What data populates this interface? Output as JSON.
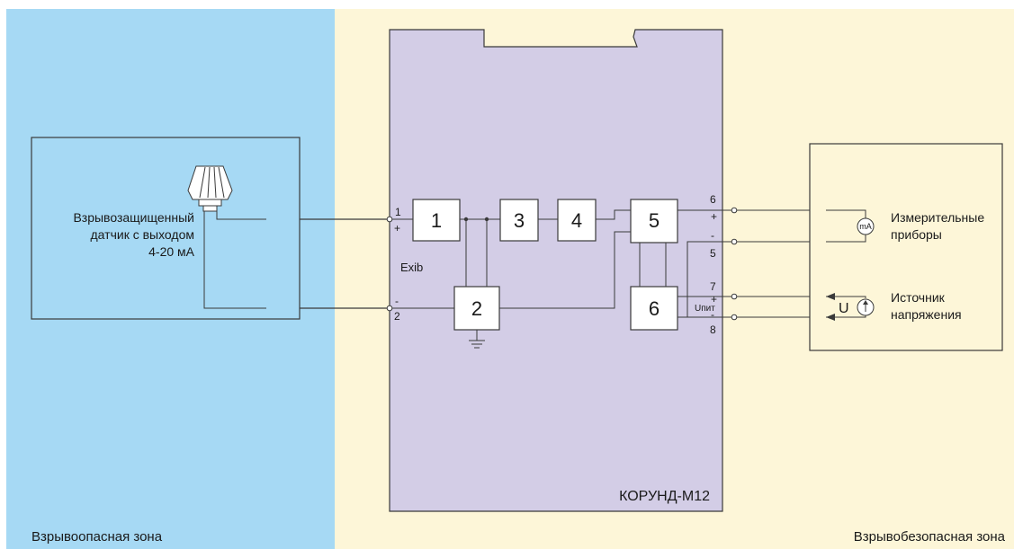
{
  "colors": {
    "hazardous_zone": "#a6d9f4",
    "safe_zone": "#fdf6d8",
    "device_body": "#d3cde6",
    "line": "#3a3a3a"
  },
  "zones": {
    "hazardous_label": "Взрывоопасная зона",
    "safe_label": "Взрывобезопасная зона"
  },
  "sensor": {
    "label_line1": "Взрывозащищенный",
    "label_line2": "датчик с выходом",
    "label_line3": "4-20 мА",
    "icon": "sensor-icon"
  },
  "device": {
    "name": "КОРУНД-М12",
    "exib_label": "Exib",
    "blocks": [
      "1",
      "2",
      "3",
      "4",
      "5",
      "6"
    ],
    "supply_label": "Uпит"
  },
  "terminals": {
    "t1": "1",
    "t1_pol": "+",
    "t2": "2",
    "t2_pol": "-",
    "t6": "6",
    "t6_pol": "+",
    "t5": "5",
    "t5_pol": "-",
    "t7": "7",
    "t7_pol": "+",
    "t8": "8",
    "t8_pol": "-"
  },
  "external": {
    "instruments_line1": "Измерительные",
    "instruments_line2": "приборы",
    "milliammeter_symbol": "mA",
    "source_line1": "Источник",
    "source_line2": "напряжения",
    "source_symbol": "U"
  }
}
